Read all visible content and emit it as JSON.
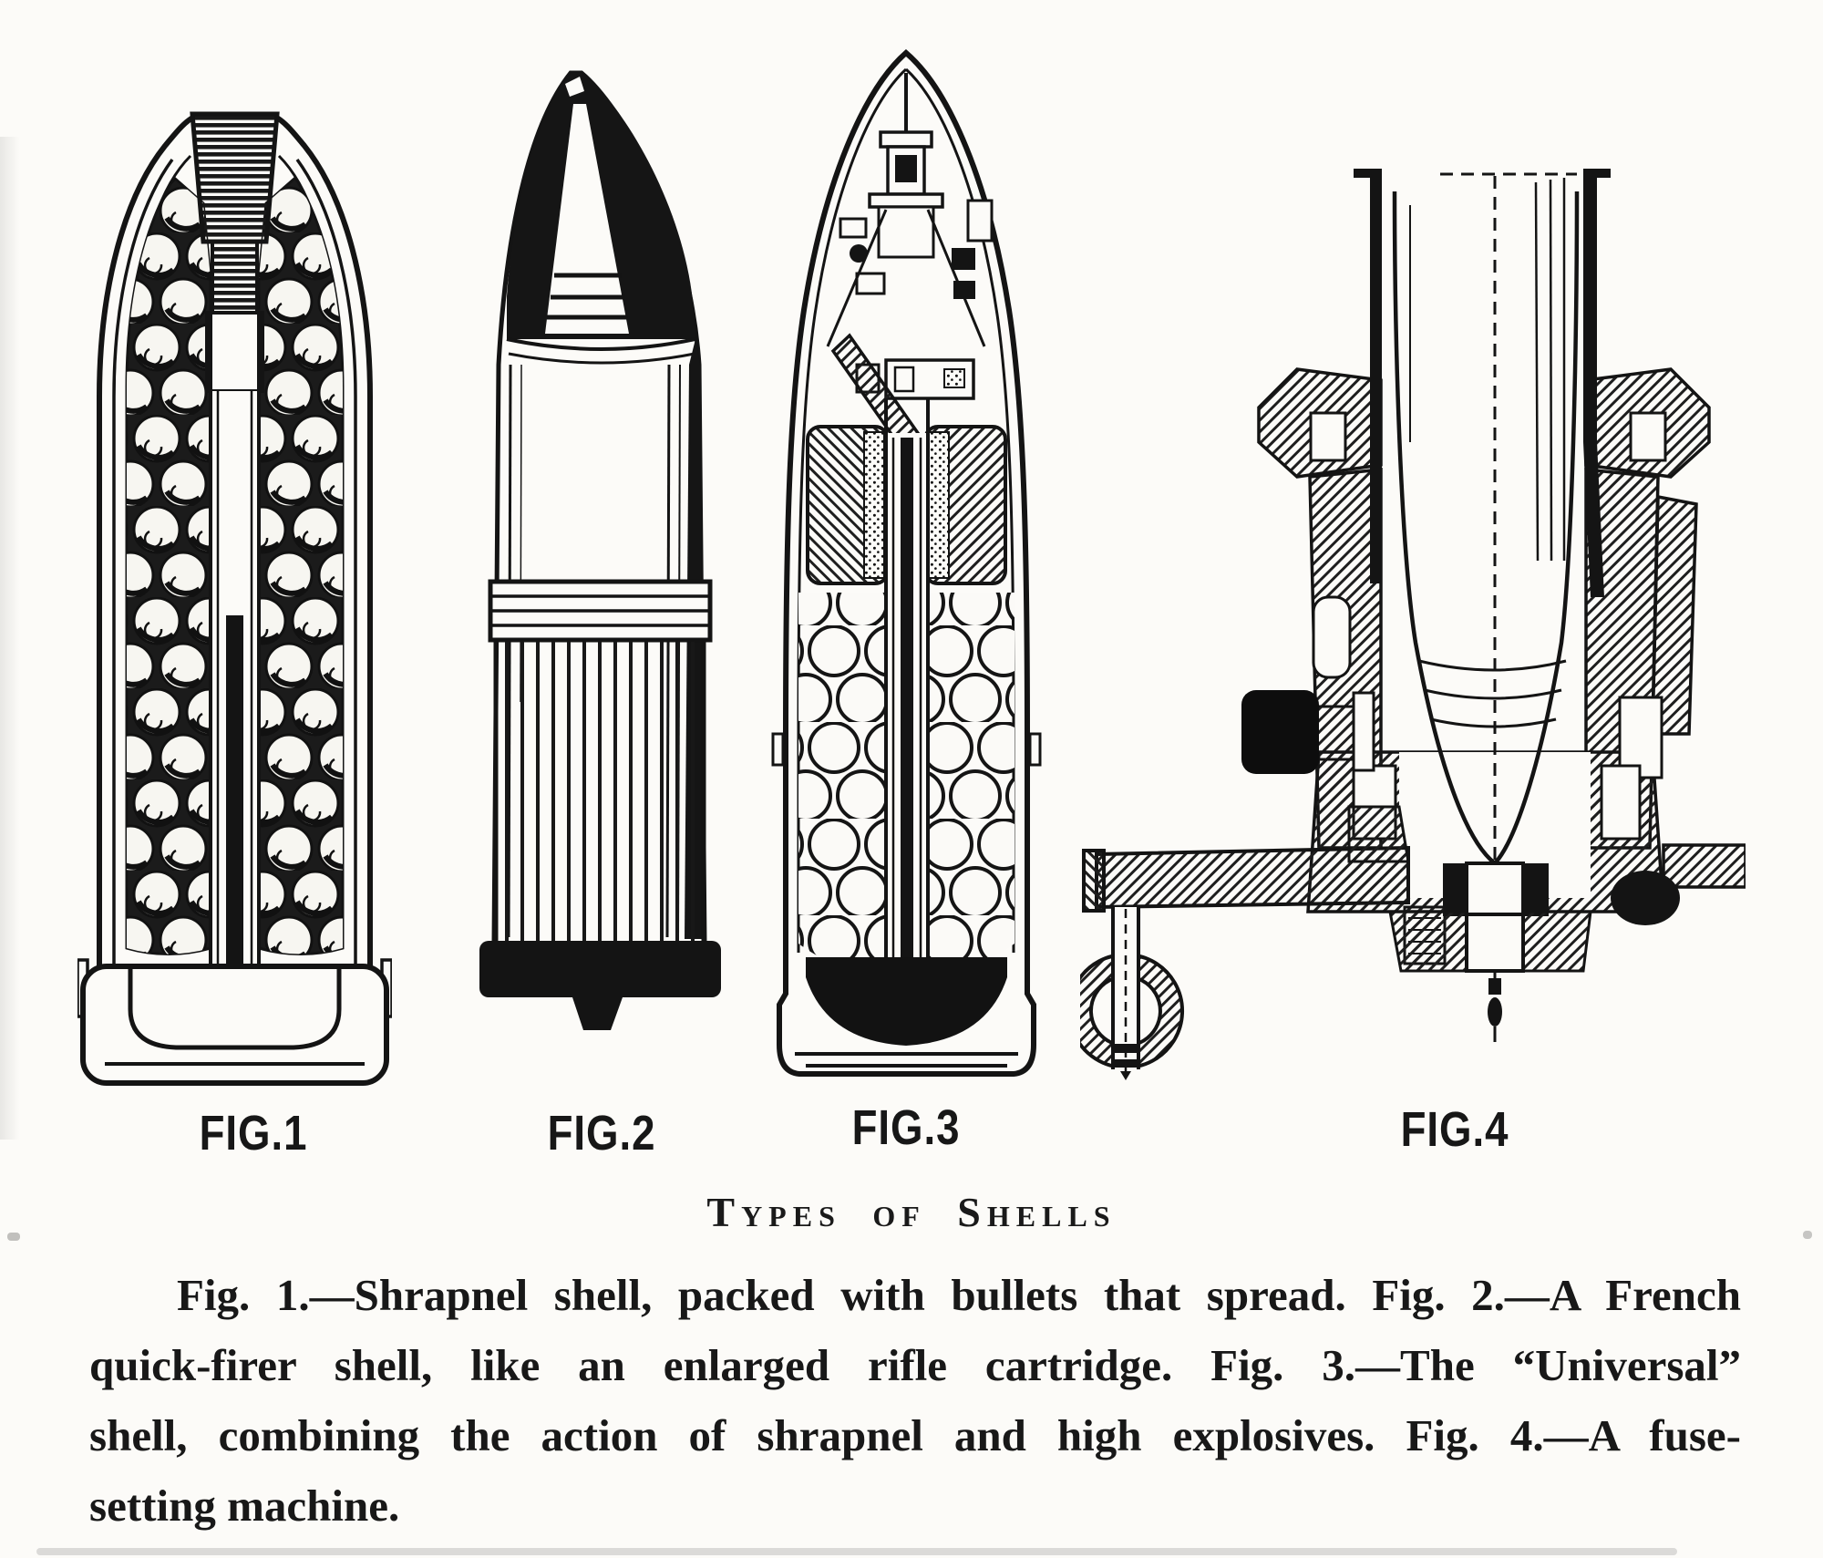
{
  "heading": {
    "text": "Types of Shells"
  },
  "figures": [
    {
      "label": "FIG.1"
    },
    {
      "label": "FIG.2"
    },
    {
      "label": "FIG.3"
    },
    {
      "label": "FIG.4"
    }
  ],
  "caption": {
    "lines": [
      "Fig. 1.—Shrapnel shell, packed with bullets that spread.  Fig. 2.—A French",
      "quick-firer shell, like an enlarged rifle cartridge.  Fig. 3.—The “Universal”",
      "shell, combining the action of shrapnel and high explosives.  Fig. 4.—A fuse-",
      "setting machine."
    ]
  },
  "ink_color": "#141414",
  "paper_color": "#fcfbf8"
}
